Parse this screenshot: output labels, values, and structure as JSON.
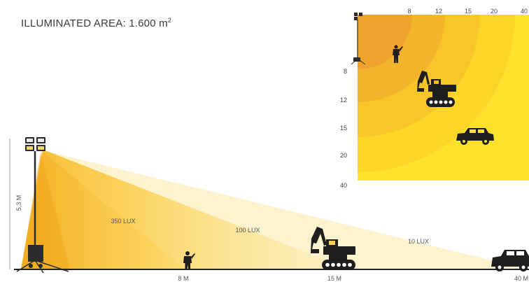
{
  "title": {
    "text": "ILLUMINATED AREA: 1.600 m",
    "sup": "2"
  },
  "tower": {
    "height_label": "5,3 M"
  },
  "lux_labels": [
    "350 LUX",
    "100 LUX",
    "10 LUX"
  ],
  "ground_distances": [
    "8 M",
    "15 M",
    "40 M"
  ],
  "map": {
    "top_ticks": [
      "8",
      "12",
      "15",
      "20",
      "40"
    ],
    "left_ticks": [
      "8",
      "12",
      "15",
      "20",
      "40"
    ]
  },
  "icons": [
    "light-tower-icon",
    "person-icon",
    "excavator-icon",
    "car-icon"
  ],
  "colors": {
    "zone_1": "#f0a32c",
    "zone_2": "#f4b42c",
    "zone_3": "#f8c628",
    "zone_4": "#fbd626",
    "zone_5": "#fde12a",
    "beam": "#fcd03a",
    "ground": "#222222"
  }
}
